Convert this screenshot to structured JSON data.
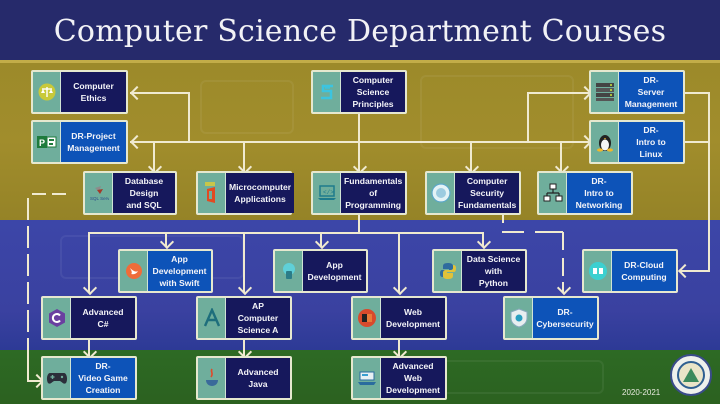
{
  "title": "Computer Science Department Courses",
  "year": "2020-2021",
  "colors": {
    "title_band": "#262a6b",
    "gold_band": "#9c8a2a",
    "blue_band": "#3c46a8",
    "green_band": "#2d6a24",
    "label_navy": "#16185c",
    "label_dr_blue": "#0d53b8",
    "icon_panel": "#6fae9c",
    "connector": "#f0ead0"
  },
  "courses": [
    {
      "id": "computer-ethics",
      "label": "Computer\nEthics",
      "icon": "scales-icon",
      "style": "navy"
    },
    {
      "id": "dr-project-management",
      "label": "DR-Project\nManagement",
      "icon": "ms-project-icon",
      "style": "dr"
    },
    {
      "id": "computer-science-principles",
      "label": "Computer\nScience\nPrinciples",
      "icon": "csp-logo-icon",
      "style": "navy"
    },
    {
      "id": "dr-server-management",
      "label": "DR-\nServer\nManagement",
      "icon": "server-rack-icon",
      "style": "dr"
    },
    {
      "id": "dr-intro-to-linux",
      "label": "DR-\nIntro to\nLinux",
      "icon": "penguin-icon",
      "style": "dr"
    },
    {
      "id": "database-design-sql",
      "label": "Database\nDesign\nand SQL",
      "icon": "sql-server-icon",
      "style": "navy"
    },
    {
      "id": "microcomputer-applications",
      "label": "Microcomputer\nApplications",
      "icon": "office-icon",
      "style": "navy"
    },
    {
      "id": "fundamentals-of-programming",
      "label": "Fundamentals\nof\nProgramming",
      "icon": "laptop-code-icon",
      "style": "navy"
    },
    {
      "id": "computer-security-fundamentals",
      "label": "Computer\nSecurity\nFundamentals",
      "icon": "security-seal-icon",
      "style": "navy"
    },
    {
      "id": "dr-intro-to-networking",
      "label": "DR-\nIntro to\nNetworking",
      "icon": "network-icon",
      "style": "dr"
    },
    {
      "id": "app-development-swift",
      "label": "App\nDevelopment\nwith Swift",
      "icon": "swift-icon",
      "style": "dr"
    },
    {
      "id": "app-development",
      "label": "App\nDevelopment",
      "icon": "app-dev-icon",
      "style": "navy"
    },
    {
      "id": "data-science-python",
      "label": "Data Science\nwith\nPython",
      "icon": "python-icon",
      "style": "navy"
    },
    {
      "id": "dr-cloud-computing",
      "label": "DR-Cloud\nComputing",
      "icon": "cloud-icon",
      "style": "dr"
    },
    {
      "id": "advanced-csharp",
      "label": "Advanced\nC#",
      "icon": "csharp-icon",
      "style": "navy"
    },
    {
      "id": "ap-computer-science-a",
      "label": "AP\nComputer\nScience A",
      "icon": "letter-a-icon",
      "style": "navy"
    },
    {
      "id": "web-development",
      "label": "Web\nDevelopment",
      "icon": "html5-icon",
      "style": "navy"
    },
    {
      "id": "dr-cybersecurity",
      "label": "DR-\nCybersecurity",
      "icon": "shield-icon",
      "style": "dr"
    },
    {
      "id": "dr-video-game-creation",
      "label": "DR-\nVideo Game\nCreation",
      "icon": "gamepad-icon",
      "style": "dr"
    },
    {
      "id": "advanced-java",
      "label": "Advanced\nJava",
      "icon": "java-icon",
      "style": "navy"
    },
    {
      "id": "advanced-web-development",
      "label": "Advanced\nWeb\nDevelopment",
      "icon": "web-dev-icon",
      "style": "navy"
    }
  ],
  "connections": [
    {
      "from": "computer-science-principles",
      "to": "computer-ethics",
      "type": "solid"
    },
    {
      "from": "computer-science-principles",
      "to": "dr-project-management",
      "type": "solid"
    },
    {
      "from": "computer-science-principles",
      "to": "database-design-sql",
      "type": "solid"
    },
    {
      "from": "computer-science-principles",
      "to": "microcomputer-applications",
      "type": "solid"
    },
    {
      "from": "computer-science-principles",
      "to": "fundamentals-of-programming",
      "type": "solid"
    },
    {
      "from": "computer-science-principles",
      "to": "computer-security-fundamentals",
      "type": "solid"
    },
    {
      "from": "computer-science-principles",
      "to": "dr-intro-to-networking",
      "type": "solid"
    },
    {
      "from": "computer-science-principles",
      "to": "dr-server-management",
      "type": "solid"
    },
    {
      "from": "computer-science-principles",
      "to": "dr-intro-to-linux",
      "type": "solid"
    },
    {
      "from": "dr-server-management",
      "to": "dr-cloud-computing",
      "type": "solid"
    },
    {
      "from": "dr-intro-to-linux",
      "to": "dr-cloud-computing",
      "type": "solid"
    },
    {
      "from": "fundamentals-of-programming",
      "to": "advanced-csharp",
      "type": "solid"
    },
    {
      "from": "fundamentals-of-programming",
      "to": "app-development-swift",
      "type": "solid"
    },
    {
      "from": "fundamentals-of-programming",
      "to": "ap-computer-science-a",
      "type": "solid"
    },
    {
      "from": "fundamentals-of-programming",
      "to": "app-development",
      "type": "solid"
    },
    {
      "from": "fundamentals-of-programming",
      "to": "web-development",
      "type": "solid"
    },
    {
      "from": "fundamentals-of-programming",
      "to": "data-science-python",
      "type": "solid"
    },
    {
      "from": "computer-security-fundamentals",
      "to": "dr-cybersecurity",
      "type": "dashed"
    },
    {
      "from": "database-design-sql",
      "to": "dr-video-game-creation",
      "type": "dashed"
    },
    {
      "from": "advanced-csharp",
      "to": "dr-video-game-creation",
      "type": "solid"
    },
    {
      "from": "ap-computer-science-a",
      "to": "advanced-java",
      "type": "solid"
    },
    {
      "from": "web-development",
      "to": "advanced-web-development",
      "type": "solid"
    }
  ]
}
